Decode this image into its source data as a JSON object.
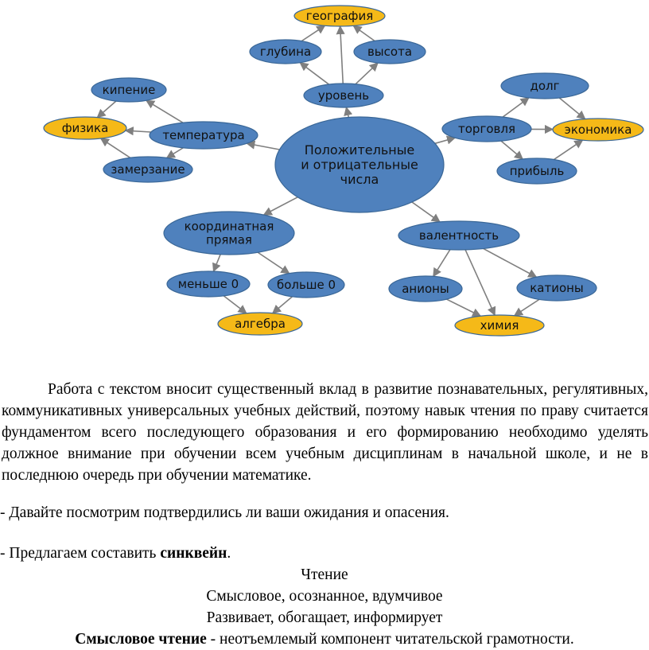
{
  "diagram": {
    "nodes": [
      {
        "id": "center",
        "text": [
          "Положительные",
          "и отрицательные",
          "числа"
        ],
        "kind": "blue"
      },
      {
        "id": "uroven",
        "text": [
          "уровень"
        ],
        "kind": "blue"
      },
      {
        "id": "glubina",
        "text": [
          "глубина"
        ],
        "kind": "blue"
      },
      {
        "id": "vysota",
        "text": [
          "высота"
        ],
        "kind": "blue"
      },
      {
        "id": "geografiya",
        "text": [
          "география"
        ],
        "kind": "yellow"
      },
      {
        "id": "temperatura",
        "text": [
          "температура"
        ],
        "kind": "blue"
      },
      {
        "id": "kipenie",
        "text": [
          "кипение"
        ],
        "kind": "blue"
      },
      {
        "id": "zamerzanie",
        "text": [
          "замерзание"
        ],
        "kind": "blue"
      },
      {
        "id": "fizika",
        "text": [
          "физика"
        ],
        "kind": "yellow"
      },
      {
        "id": "torgovlya",
        "text": [
          "торговля"
        ],
        "kind": "blue"
      },
      {
        "id": "dolg",
        "text": [
          "долг"
        ],
        "kind": "blue"
      },
      {
        "id": "pribyl",
        "text": [
          "прибыль"
        ],
        "kind": "blue"
      },
      {
        "id": "ekonomika",
        "text": [
          "экономика"
        ],
        "kind": "yellow"
      },
      {
        "id": "koord",
        "text": [
          "координатная",
          "прямая"
        ],
        "kind": "blue"
      },
      {
        "id": "menshe",
        "text": [
          "меньше 0"
        ],
        "kind": "blue"
      },
      {
        "id": "bolshe",
        "text": [
          "больше 0"
        ],
        "kind": "blue"
      },
      {
        "id": "algebra",
        "text": [
          "алгебра"
        ],
        "kind": "yellow"
      },
      {
        "id": "valentnost",
        "text": [
          "валентность"
        ],
        "kind": "blue"
      },
      {
        "id": "aniony",
        "text": [
          "анионы"
        ],
        "kind": "blue"
      },
      {
        "id": "kationy",
        "text": [
          "катионы"
        ],
        "kind": "blue"
      },
      {
        "id": "himiya",
        "text": [
          "химия"
        ],
        "kind": "yellow"
      }
    ],
    "edges": [
      [
        "center",
        "uroven"
      ],
      [
        "uroven",
        "glubina"
      ],
      [
        "uroven",
        "vysota"
      ],
      [
        "uroven",
        "geografiya"
      ],
      [
        "glubina",
        "geografiya"
      ],
      [
        "vysota",
        "geografiya"
      ],
      [
        "center",
        "temperatura"
      ],
      [
        "temperatura",
        "kipenie"
      ],
      [
        "temperatura",
        "zamerzanie"
      ],
      [
        "temperatura",
        "fizika"
      ],
      [
        "kipenie",
        "fizika"
      ],
      [
        "zamerzanie",
        "fizika"
      ],
      [
        "center",
        "torgovlya"
      ],
      [
        "torgovlya",
        "dolg"
      ],
      [
        "torgovlya",
        "pribyl"
      ],
      [
        "torgovlya",
        "ekonomika"
      ],
      [
        "dolg",
        "ekonomika"
      ],
      [
        "pribyl",
        "ekonomika"
      ],
      [
        "center",
        "koord"
      ],
      [
        "koord",
        "menshe"
      ],
      [
        "koord",
        "bolshe"
      ],
      [
        "menshe",
        "algebra"
      ],
      [
        "bolshe",
        "algebra"
      ],
      [
        "center",
        "valentnost"
      ],
      [
        "valentnost",
        "aniony"
      ],
      [
        "valentnost",
        "kationy"
      ],
      [
        "valentnost",
        "himiya"
      ],
      [
        "aniony",
        "himiya"
      ],
      [
        "kationy",
        "himiya"
      ]
    ],
    "colors": {
      "blue_fill": "#4f81bd",
      "blue_stroke": "#3a6797",
      "yellow_fill": "#f5b918",
      "yellow_stroke": "#3a6797",
      "arrow": "#7f7f7f"
    }
  },
  "text": {
    "paragraph": "Работа с текстом вносит существенный вклад в развитие познавательных, регулятивных, коммуникативных универсальных учебных действий, поэтому навык чтения по праву считается фундаментом всего последующего образования и его формированию необходимо уделять должное внимание при обучении всем учебным дисциплинам в начальной школе, и не в последнюю очередь при обучении математике.",
    "line1": "- Давайте посмотрим подтвердились ли ваши ожидания и опасения.",
    "line2_prefix": " - Предлагаем составить ",
    "line2_bold": "синквейн",
    "line2_suffix": ".",
    "cinquain": {
      "l1": "Чтение",
      "l2": "Смысловое, осознанное, вдумчивое",
      "l3": "Развивает, обогащает, информирует",
      "l4_bold": "Смысловое чтение",
      "l4_rest": "  - неотъемлемый компонент читательской грамотности."
    }
  }
}
